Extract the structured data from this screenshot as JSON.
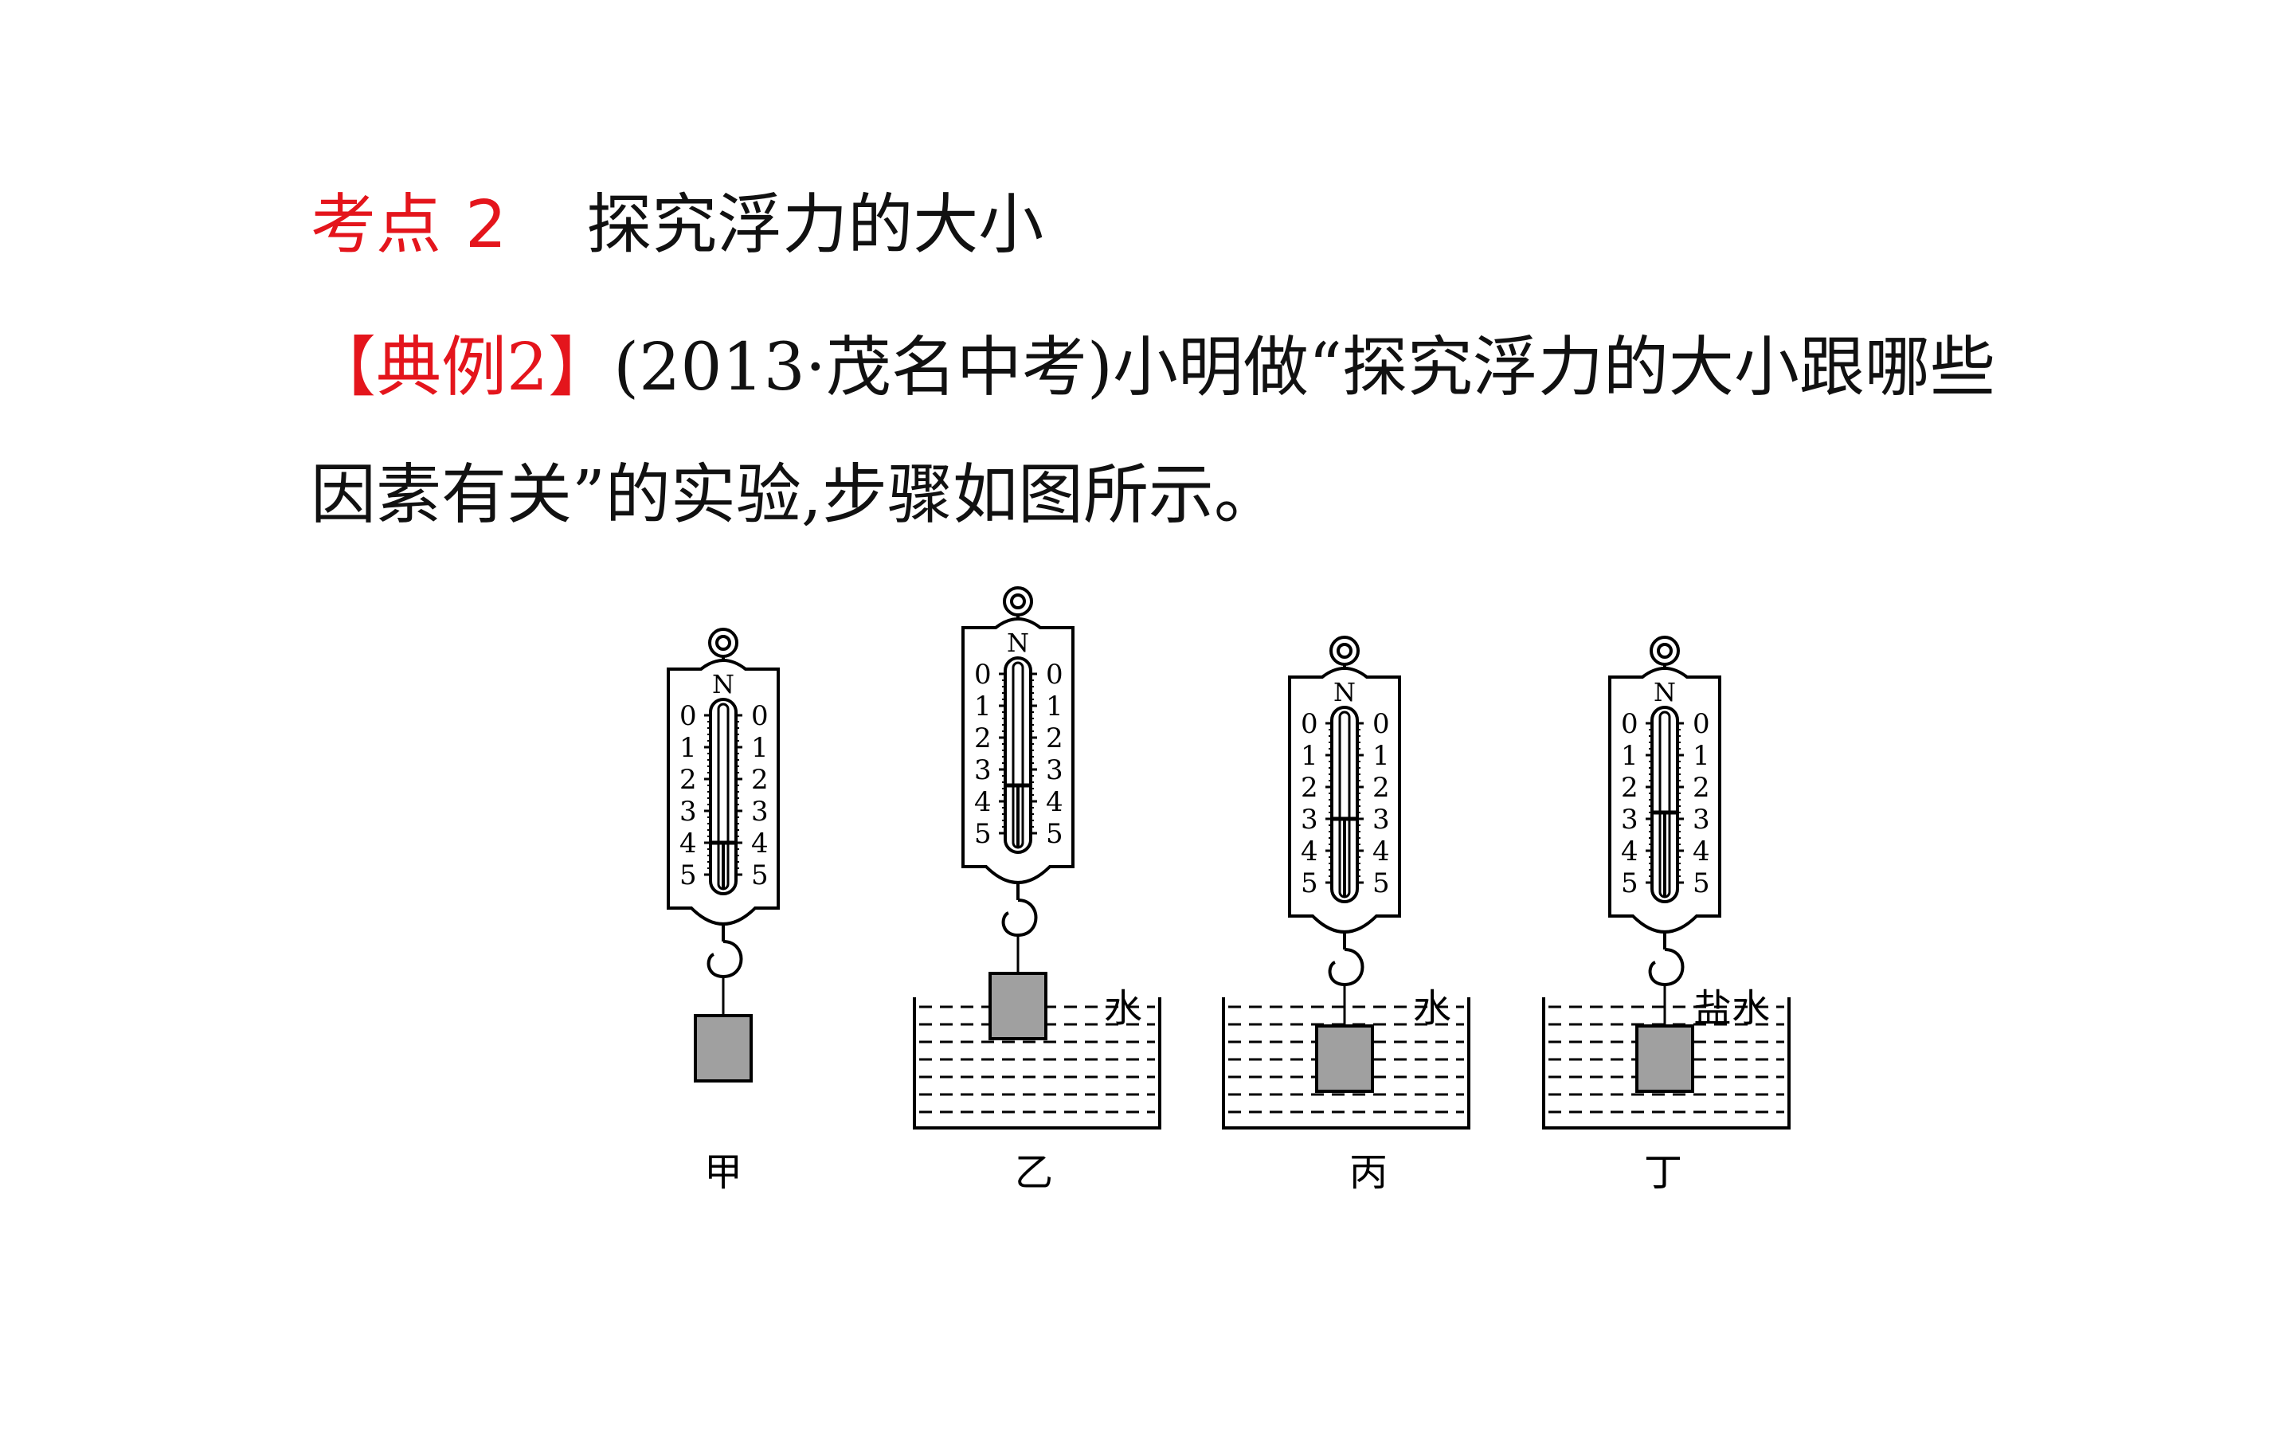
{
  "section": {
    "tag": "考点",
    "number": "2",
    "title": "探究浮力的大小"
  },
  "example": {
    "label": "【典例2】",
    "source": "(2013·茂名中考)",
    "text_line1": "小明做“探究浮力的大小跟哪些",
    "text_line2": "因素有关”的实验,步骤如图所示。"
  },
  "figure": {
    "unit": "N",
    "scale_ticks": [
      "0",
      "1",
      "2",
      "3",
      "4",
      "5"
    ],
    "panels": [
      {
        "label": "甲",
        "liquid": "",
        "reading": 4.0
      },
      {
        "label": "乙",
        "liquid": "水",
        "reading": 3.5
      },
      {
        "label": "丙",
        "liquid": "水",
        "reading": 3.0
      },
      {
        "label": "丁",
        "liquid": "盐水",
        "reading": 2.8
      }
    ]
  }
}
